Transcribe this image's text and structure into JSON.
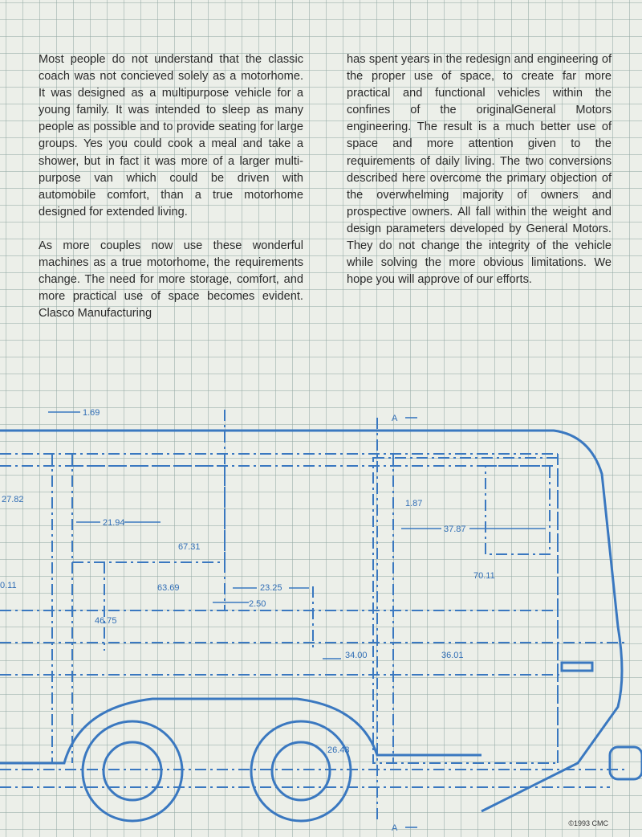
{
  "text": {
    "left": [
      "Most people do not understand that the classic coach was not concieved solely as a motorhome. It was designed as a multipurpose vehicle for a young family. It was intended to sleep as many people as possible and to provide seating for large groups. Yes you could cook a meal and take a shower, but in fact it was more of a larger multi-purpose van which could be driven with automobile comfort, than a true motorhome designed for extended living.",
      "As more couples now use these wonderful machines as a true motorhome, the requirements change. The need for more storage, comfort, and more practical use of space becomes evident. Clasco Manufacturing"
    ],
    "right": [
      "has spent years in the redesign and engineering of the proper use of space, to create far more practical and functional vehicles within the confines of the originalGeneral Motors engineering. The result is a much better use of space and more attention given to the requirements of daily living. The two conversions described here overcome the primary objection of the overwhelming majority of owners and prospective owners. All fall within the weight and design parameters developed by General Motors. They do not change the integrity of the vehicle while solving the more obvious limitations. We hope you will approve of our efforts."
    ]
  },
  "blueprint": {
    "dimensions": [
      "1.69",
      "27.82",
      "21.94",
      "67.31",
      "63.69",
      "46.75",
      "23.25",
      "2.50",
      "1.87",
      "37.87",
      "70.11",
      "34.00",
      "36.01",
      "26.43",
      "0.11"
    ],
    "section_marks": [
      "A",
      "A"
    ]
  },
  "footer": {
    "copyright": "©1993 CMC"
  },
  "colors": {
    "blueprint": "#3a78c0",
    "paper": "#ecefe9",
    "grid": "#96aaa5",
    "text": "#2a2a2a"
  }
}
